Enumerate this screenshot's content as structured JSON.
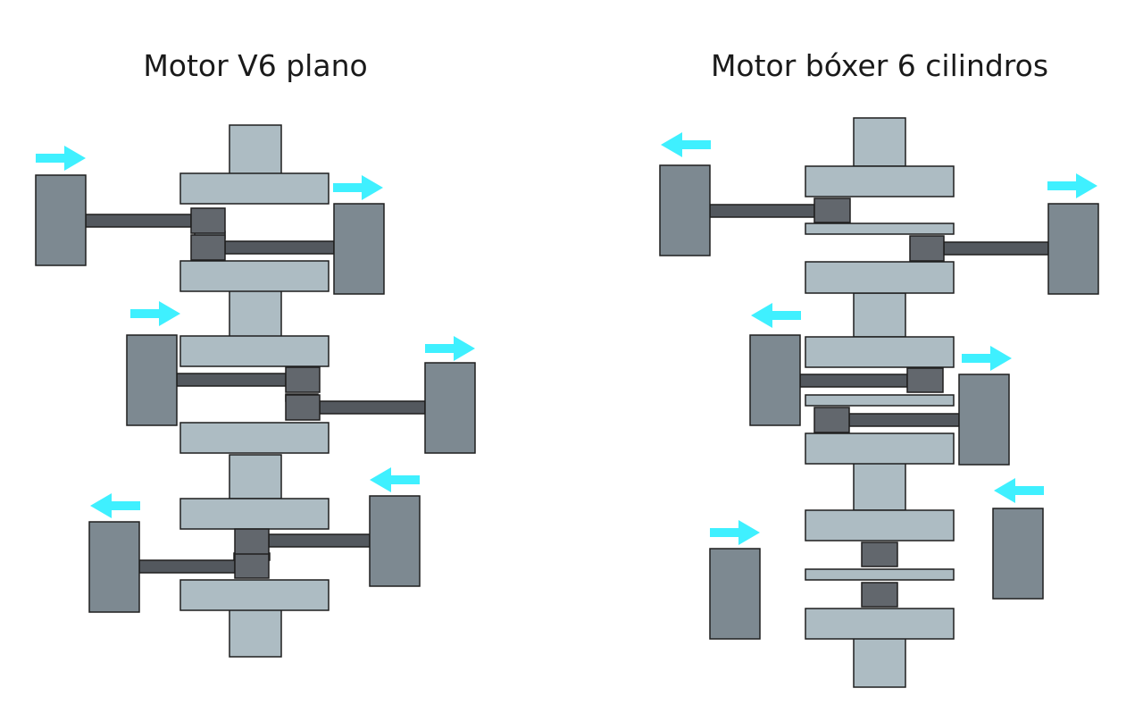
{
  "diagrams": [
    {
      "id": "flat-v6",
      "title": "Motor V6 plano",
      "arrow_directions": [
        "right",
        "right",
        "right",
        "right",
        "left",
        "left"
      ]
    },
    {
      "id": "boxer-6",
      "title": "Motor bóxer 6 cilindros",
      "arrow_directions": [
        "left",
        "right",
        "left",
        "right",
        "left",
        "right"
      ]
    }
  ],
  "colors": {
    "shaft": "#adbcc3",
    "piston": "#7d8991",
    "rod": "#53585e",
    "journal": "#62676d",
    "outline": "#1f1f1f",
    "arrow": "#3ff0ff"
  }
}
